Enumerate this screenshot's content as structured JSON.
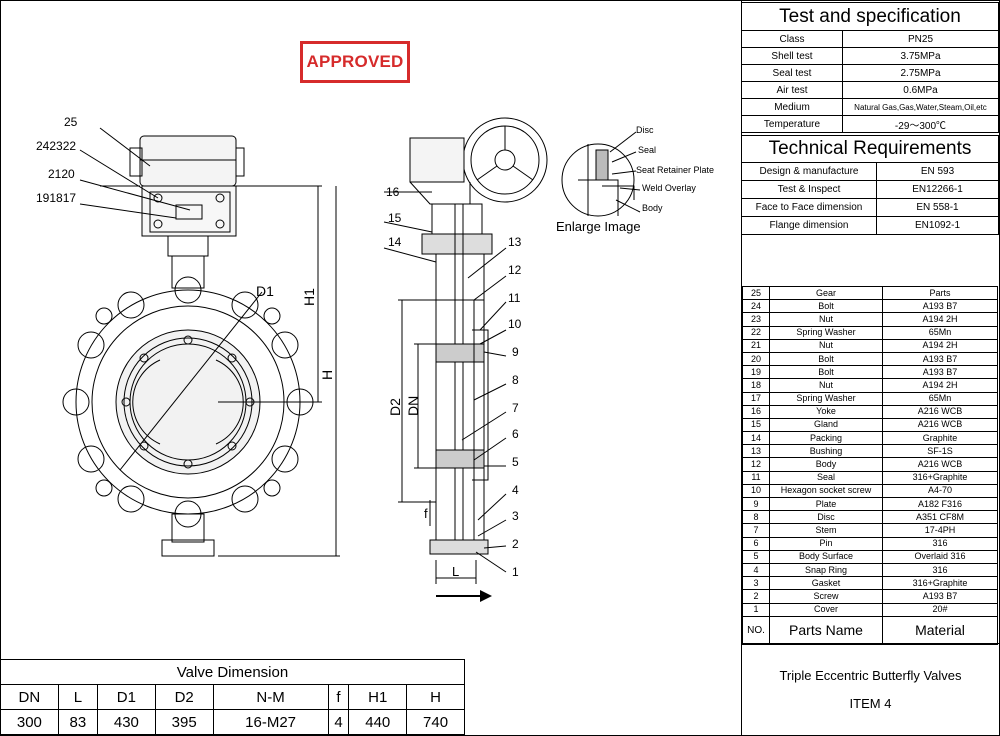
{
  "stamp": "APPROVED",
  "spec": {
    "title": "Test and specification",
    "rows": [
      {
        "label": "Class",
        "value": "PN25"
      },
      {
        "label": "Shell test",
        "value": "3.75MPa"
      },
      {
        "label": "Seal test",
        "value": "2.75MPa"
      },
      {
        "label": "Air test",
        "value": "0.6MPa"
      },
      {
        "label": "Medium",
        "value": "Natural Gas,Gas,Water,Steam,Oil,etc"
      },
      {
        "label": "Temperature",
        "value": "-29～300℃"
      }
    ]
  },
  "requirements": {
    "title": "Technical Requirements",
    "rows": [
      {
        "label": "Design & manufacture",
        "value": "EN 593"
      },
      {
        "label": "Test & Inspect",
        "value": "EN12266-1"
      },
      {
        "label": "Face to Face dimension",
        "value": "EN 558-1"
      },
      {
        "label": "Flange dimension",
        "value": "EN1092-1"
      }
    ]
  },
  "parts": {
    "header": {
      "no": "25",
      "name": "Gear",
      "material": "Parts"
    },
    "rows": [
      {
        "no": "24",
        "name": "Bolt",
        "material": "A193 B7"
      },
      {
        "no": "23",
        "name": "Nut",
        "material": "A194 2H"
      },
      {
        "no": "22",
        "name": "Spring Washer",
        "material": "65Mn"
      },
      {
        "no": "21",
        "name": "Nut",
        "material": "A194 2H"
      },
      {
        "no": "20",
        "name": "Bolt",
        "material": "A193 B7"
      },
      {
        "no": "19",
        "name": "Bolt",
        "material": "A193 B7"
      },
      {
        "no": "18",
        "name": "Nut",
        "material": "A194 2H"
      },
      {
        "no": "17",
        "name": "Spring Washer",
        "material": "65Mn"
      },
      {
        "no": "16",
        "name": "Yoke",
        "material": "A216 WCB"
      },
      {
        "no": "15",
        "name": "Gland",
        "material": "A216 WCB"
      },
      {
        "no": "14",
        "name": "Packing",
        "material": "Graphite"
      },
      {
        "no": "13",
        "name": "Bushing",
        "material": "SF-1S"
      },
      {
        "no": "12",
        "name": "Body",
        "material": "A216 WCB"
      },
      {
        "no": "11",
        "name": "Seal",
        "material": "316+Graphite"
      },
      {
        "no": "10",
        "name": "Hexagon socket screw",
        "material": "A4-70"
      },
      {
        "no": "9",
        "name": "Plate",
        "material": "A182 F316"
      },
      {
        "no": "8",
        "name": "Disc",
        "material": "A351 CF8M"
      },
      {
        "no": "7",
        "name": "Stem",
        "material": "17-4PH"
      },
      {
        "no": "6",
        "name": "Pin",
        "material": "316"
      },
      {
        "no": "5",
        "name": "Body Surface",
        "material": "Overlaid 316"
      },
      {
        "no": "4",
        "name": "Snap Ring",
        "material": "316"
      },
      {
        "no": "3",
        "name": "Gasket",
        "material": "316+Graphite"
      },
      {
        "no": "2",
        "name": "Screw",
        "material": "A193 B7"
      },
      {
        "no": "1",
        "name": "Cover",
        "material": "20#"
      }
    ],
    "footer": {
      "no": "NO.",
      "name": "Parts Name",
      "material": "Material"
    }
  },
  "title_block": {
    "line1": "Triple Eccentric Butterfly Valves",
    "line2": "ITEM 4"
  },
  "valve_dimension": {
    "title": "Valve Dimension",
    "headers": [
      "DN",
      "L",
      "D1",
      "D2",
      "N-M",
      "f",
      "H1",
      "H"
    ],
    "values": [
      "300",
      "83",
      "430",
      "395",
      "16-M27",
      "4",
      "440",
      "740"
    ]
  },
  "drawing": {
    "front_labels": [
      "25",
      "242322",
      "2120",
      "191817",
      "D1",
      "H1",
      "H"
    ],
    "side_labels": [
      "16",
      "15",
      "14",
      "13",
      "12",
      "11",
      "10",
      "9",
      "8",
      "7",
      "6",
      "5",
      "4",
      "3",
      "2",
      "1",
      "D2",
      "DN",
      "f",
      "L"
    ],
    "enlarge_labels": [
      "Disc",
      "Seal",
      "Seat Retainer Plate",
      "Weld Overlay",
      "Body"
    ],
    "enlarge_title": "Enlarge Image"
  }
}
